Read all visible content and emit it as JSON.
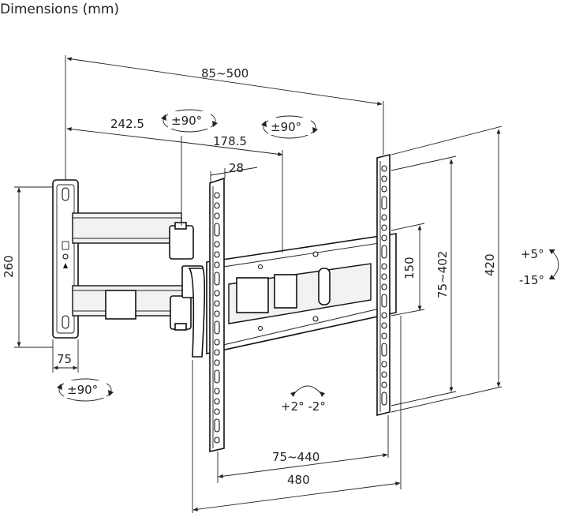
{
  "title": "Dimensions (mm)",
  "dimensions": {
    "arm_extension": "85~500",
    "arm_segment_1": "242.5",
    "arm_segment_2": "178.5",
    "profile_depth": "28",
    "wall_plate_height": "260",
    "wall_plate_width": "75",
    "vesa_vertical": "75~402",
    "vesa_vertical_inner": "150",
    "overall_height": "420",
    "vesa_horizontal": "75~440",
    "overall_width": "480"
  },
  "rotations": {
    "swivel_elbow": "±90°",
    "swivel_head": "±90°",
    "swivel_wall": "±90°",
    "tilt_up": "+5°",
    "tilt_down": "-15°",
    "level_adjust": "+2° -2°"
  }
}
